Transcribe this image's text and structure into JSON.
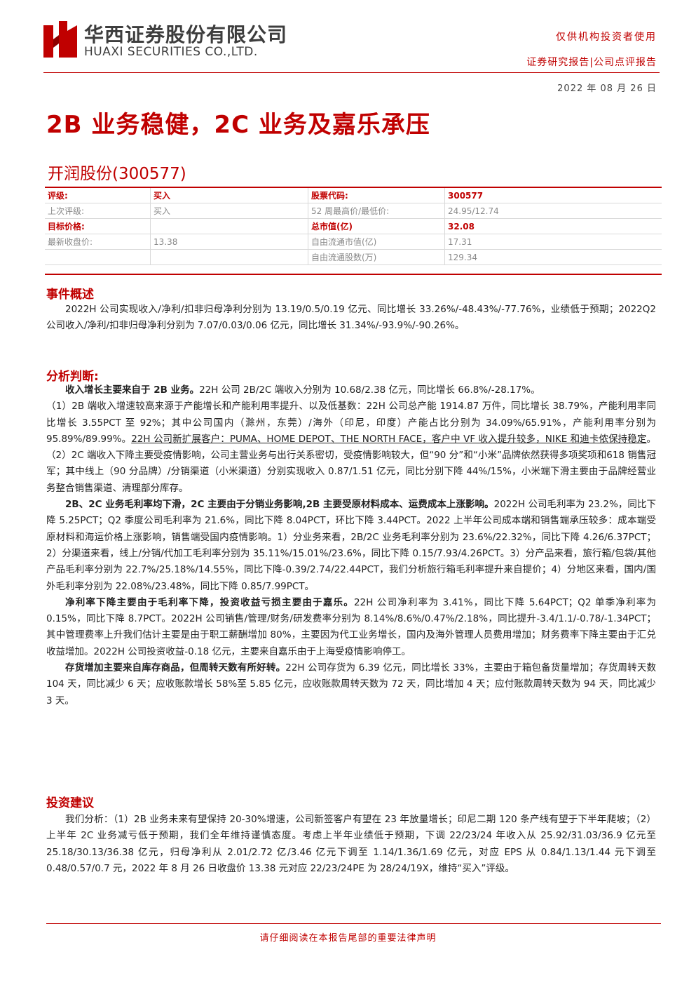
{
  "header": {
    "company_cn": "华西证券股份有限公司",
    "company_en": "HUAXI SECURITIES CO.,LTD.",
    "audience": "仅供机构投资者使用",
    "report_type": "证券研究报告|公司点评报告",
    "date": "2022 年 08 月 26 日"
  },
  "title": "2B 业务稳健，2C 业务及嘉乐承压",
  "company": "开润股份(300577)",
  "info_table": {
    "r1": [
      "评级:",
      "买入",
      "股票代码:",
      "300577"
    ],
    "r2": [
      "上次评级:",
      "买入",
      "52 周最高价/最低价:",
      "24.95/12.74"
    ],
    "r3": [
      "目标价格:",
      "",
      "总市值(亿)",
      "32.08"
    ],
    "r4": [
      "最新收盘价:",
      "13.38",
      "自由流通市值(亿)",
      "17.31"
    ],
    "r5": [
      "",
      "",
      "自由流通股数(万)",
      "129.34"
    ]
  },
  "sections": {
    "event_title": "事件概述",
    "event_text": "2022H 公司实现收入/净利/扣非归母净利分别为 13.19/0.5/0.19 亿元、同比增长 33.26%/-48.43%/-77.76%，业绩低于预期；2022Q2 公司收入/净利/扣非归母净利分别为 7.07/0.03/0.06 亿元，同比增长 31.34%/-93.9%/-90.26%。",
    "analysis_title": "分析判断:",
    "a1_bold": "收入增长主要来自于 2B 业务。",
    "a1_text": "22H 公司 2B/2C 端收入分别为 10.68/2.38 亿元，同比增长 66.8%/-28.17%。",
    "a2_text_1": "（1）2B 端收入增速较高来源于产能增长和产能利用率提升、以及低基数：22H 公司总产能 1914.87 万件，同比增长 38.79%，产能利用率同比增长 3.55PCT 至 92%；其中公司国内（滁州，东莞）/海外（印尼，印度）产能占比分别为 34.09%/65.91%，产能利用率分别为 95.89%/89.99%。",
    "a2_underline": "22H 公司新扩展客户：PUMA、HOME DEPOT、THE NORTH FACE，客户中 VF 收入提升较多，NIKE 和迪卡侬保持稳定",
    "a2_text_2": "。（2）2C 端收入下降主要受疫情影响，公司主营业务与出行关系密切，受疫情影响较大，但“90 分”和“小米”品牌依然获得多项奖项和618 销售冠军；其中线上（90 分品牌）/分销渠道（小米渠道）分别实现收入 0.87/1.51 亿元，同比分别下降 44%/15%，小米端下滑主要由于品牌经营业务整合销售渠道、清理部分库存。",
    "a3_bold": "2B、2C 业务毛利率均下滑，2C 主要由于分销业务影响,2B 主要受原材料成本、运费成本上涨影响。",
    "a3_text": "2022H 公司毛利率为 23.2%，同比下降 5.25PCT；Q2 季度公司毛利率为 21.6%，同比下降 8.04PCT，环比下降 3.44PCT。2022 上半年公司成本端和销售端承压较多：成本端受原材料和海运价格上涨影响，销售端受国内疫情影响。1）分业务来看，2B/2C 业务毛利率分别为 23.6%/22.32%，同比下降 4.26/6.37PCT；2）分渠道来看，线上/分销/代加工毛利率分别为 35.11%/15.01%/23.6%，同比下降 0.15/7.93/4.26PCT。3）分产品来看，旅行箱/包袋/其他产品毛利率分别为 22.7%/25.18%/14.55%，同比下降-0.39/2.74/22.44PCT，我们分析旅行箱毛利率提升来自提价；4）分地区来看，国内/国外毛利率分别为 22.08%/23.48%，同比下降 0.85/7.99PCT。",
    "a4_bold": "净利率下降主要由于毛利率下降，投资收益亏损主要由于嘉乐。",
    "a4_text": "22H 公司净利率为 3.41%，同比下降 5.64PCT；Q2 单季净利率为 0.15%，同比下降 8.7PCT。2022H 公司销售/管理/财务/研发费率分别为 8.14%/8.6%/0.47%/2.18%，同比提升-3.4/1.1/-0.78/-1.34PCT；其中管理费率上升我们估计主要是由于职工薪酬增加 80%，主要因为代工业务增长，国内及海外管理人员费用增加；财务费率下降主要由于汇兑收益增加。2022H 公司投资收益-0.18 亿元，主要来自嘉乐由于上海受疫情影响停工。",
    "a5_bold": "存货增加主要来自库存商品，但周转天数有所好转。",
    "a5_text": "22H 公司存货为 6.39 亿元，同比增长 33%，主要由于箱包备货量增加；存货周转天数 104 天，同比减少 6 天；应收账款增长 58%至 5.85 亿元，应收账款周转天数为 72 天，同比增加 4 天；应付账款周转天数为 94 天，同比减少 3 天。",
    "invest_title": "投资建议",
    "invest_text": "我们分析：（1）2B 业务未来有望保持 20-30%增速，公司新签客户有望在 23 年放量增长；印尼二期 120 条产线有望于下半年爬坡；（2）上半年 2C 业务减亏低于预期，我们全年维持谨慎态度。考虑上半年业绩低于预期，下调 22/23/24 年收入从 25.92/31.03/36.9 亿元至 25.18/30.13/36.38 亿元，归母净利从 2.01/2.72 亿/3.46 亿元下调至 1.14/1.36/1.69 亿元，对应 EPS 从 0.84/1.13/1.44 元下调至 0.48/0.57/0.7 元，2022 年 8 月 26 日收盘价 13.38 元对应 22/23/24PE 为 28/24/19X，维持“买入”评级。"
  },
  "footer": "请仔细阅读在本报告尾部的重要法律声明",
  "colors": {
    "accent": "#c00000"
  }
}
